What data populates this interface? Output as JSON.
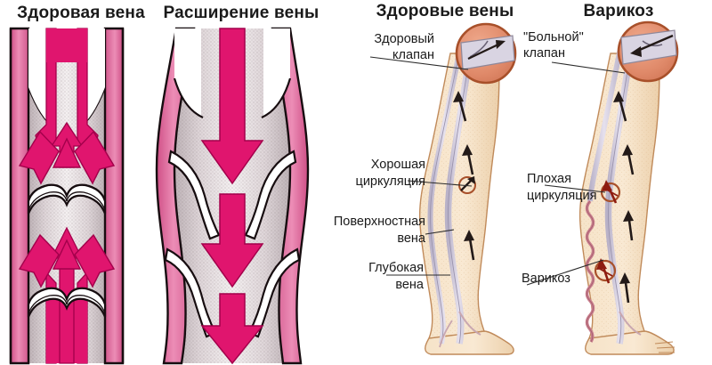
{
  "figure": {
    "kind": "medical-illustration",
    "subject": "Healthy veins versus varicose veins",
    "language": "ru"
  },
  "panels": {
    "cross_section": {
      "healthy_title": "Здоровая вена",
      "dilated_title": "Расширение вены"
    },
    "legs": {
      "healthy_title": "Здоровые вены",
      "varicose_title": "Варикоз"
    }
  },
  "labels": {
    "healthy_valve_line1": "Здоровый",
    "healthy_valve_line2": "клапан",
    "sick_valve_line1": "\"Больной\"",
    "sick_valve_line2": "клапан",
    "good_circulation_line1": "Хорошая",
    "good_circulation_line2": "циркуляция",
    "superficial_vein_line1": "Поверхностная",
    "superficial_vein_line2": "вена",
    "deep_vein_line1": "Глубокая",
    "deep_vein_line2": "вена",
    "bad_circulation_line1": "Плохая",
    "bad_circulation_line2": "циркуляция",
    "varicose_label": "Варикоз"
  },
  "colors": {
    "vein_wall_pink": "#e0649b",
    "arrow_magenta": "#e0156e",
    "lumen_light": "#f2eef0",
    "outline_dark": "#1a1010",
    "skin": "#f7e2c3",
    "skin_shade": "#eed3ae",
    "skin_outline": "#c08a5a",
    "vessel_light": "#ded8e6",
    "vessel_outline": "#9a93ad",
    "valve_circle_fill": "#e08a6a",
    "valve_circle_ring": "#b05030",
    "marker_brown": "#a8502a",
    "text": "#1a1a1a",
    "background": "#ffffff"
  },
  "annotations": {
    "healthy_valve_arrow_direction": "forward-up",
    "sick_valve_arrow_direction": "backflow-down",
    "healthy_flow_arrows": "upward",
    "cross_section_healthy_flow": "upward-with-closed-valve",
    "cross_section_dilated_flow": "downward-with-open-valve"
  }
}
